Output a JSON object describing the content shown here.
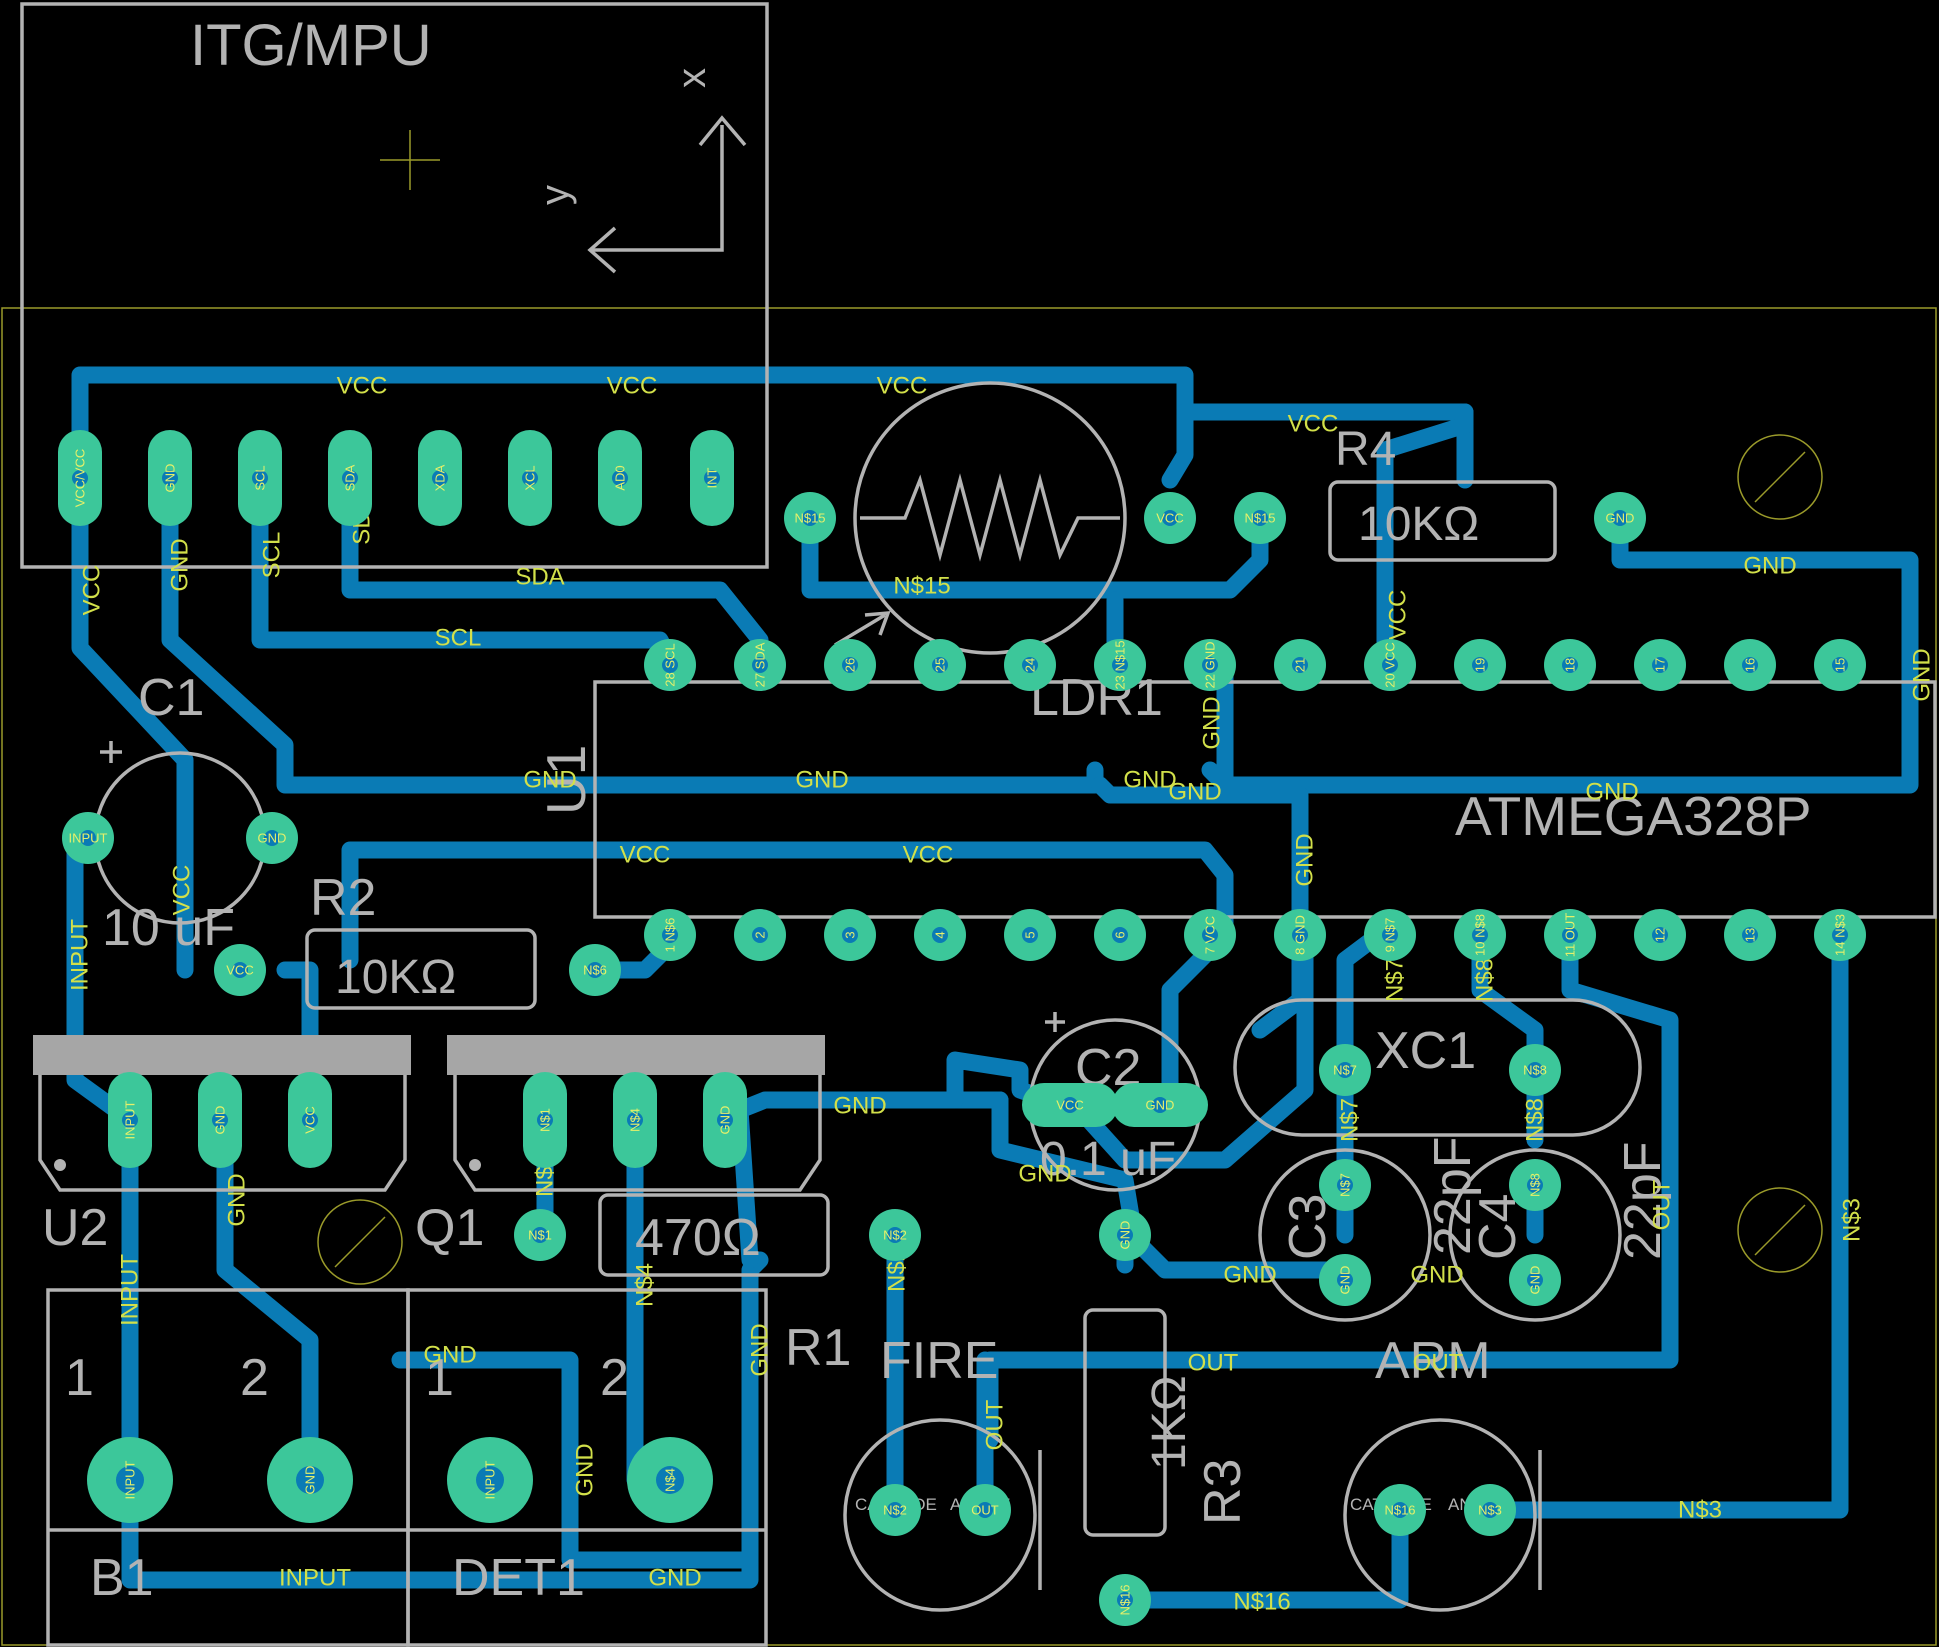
{
  "board": {
    "background": "#000000",
    "trace_color": "#0a7bb5",
    "pad_color": "#3cc79a",
    "silk_color": "#b3b3b3",
    "label_color": "#d2e04a"
  },
  "components": {
    "itg": "ITG/MPU",
    "axis_x": "x",
    "axis_y": "y",
    "r4": "R4",
    "r4_value": "10KΩ",
    "ldr": "LDR1",
    "ldr_pad_label": "N$15",
    "ic": "ATMEGA328P",
    "ic_ref": "U1",
    "c1": "C1",
    "c1_value": "10 uF",
    "r2": "R2",
    "r2_value": "10KΩ",
    "c2": "C2",
    "c2_value": "0.1 uF",
    "xc1": "XC1",
    "c3": "C3",
    "c4": "C4",
    "c3_value": "22pF",
    "c4_value": "22pF",
    "u2": "U2",
    "q1": "Q1",
    "r1": "R1",
    "r1_value": "470Ω",
    "fire": "FIRE",
    "arm": "ARM",
    "r3": "R3",
    "r3_value": "1KΩ",
    "b1": "B1",
    "det1": "DET1",
    "term_1": "1",
    "term_2": "2",
    "cathode": "CATHODE",
    "anode": "ANODE"
  },
  "pads": {
    "itg": [
      "VCC/VCC",
      "GND",
      "SCL",
      "SDA",
      "XDA",
      "XCL",
      "AD0",
      "INT"
    ],
    "ic_top": [
      "28",
      "27",
      "26",
      "25",
      "24",
      "23",
      "22",
      "21",
      "20",
      "19",
      "18",
      "17",
      "16",
      "15"
    ],
    "ic_top_sub": [
      "SCL",
      "SDA",
      "",
      "",
      "",
      "N$15",
      "GND",
      "",
      "VCC",
      "",
      "",
      "",
      "",
      ""
    ],
    "ic_bottom": [
      "1",
      "2",
      "3",
      "4",
      "5",
      "6",
      "7",
      "8",
      "9",
      "10",
      "11",
      "12",
      "13",
      "14"
    ],
    "ic_bottom_sub": [
      "N$6",
      "",
      "",
      "",
      "",
      "",
      "VCC",
      "GND",
      "N$7",
      "N$8",
      "OUT",
      "",
      "",
      "N$3"
    ],
    "generic": [
      "VCC",
      "GND",
      "INPUT",
      "N$6",
      "N$15",
      "N$7",
      "N$8",
      "N$1",
      "N$2",
      "N$3",
      "N$4",
      "N$16",
      "OUT",
      "1",
      "2",
      "3"
    ]
  },
  "nets": {
    "vcc": "VCC",
    "gnd": "GND",
    "sda": "SDA",
    "scl": "SCL",
    "input": "INPUT",
    "out": "OUT",
    "n15": "N$15",
    "n3": "N$3",
    "n16": "N$16",
    "n7": "N$7",
    "n8": "N$8",
    "n1": "N$1",
    "n2": "N$2",
    "n4": "N$4"
  }
}
